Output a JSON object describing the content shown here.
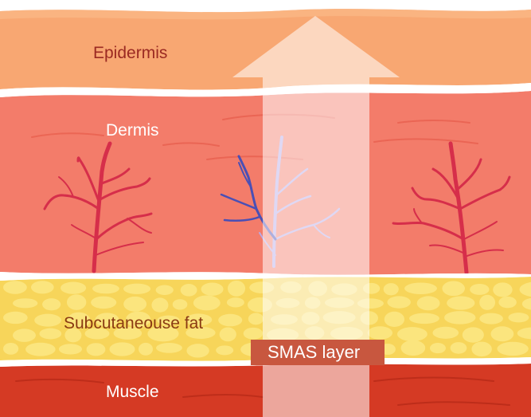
{
  "labels": {
    "epidermis": "Epidermis",
    "dermis": "Dermis",
    "fat": "Subcutaneouse fat",
    "smas": "SMAS layer",
    "muscle": "Muscle"
  },
  "colors": {
    "epidermis": "#f8a772",
    "dermis": "#f37c6a",
    "fat": "#f7d55a",
    "fat_cell": "#fbe57e",
    "muscle": "#d53a24",
    "vessel_red": "#d62e4a",
    "vessel_blue": "#4a4fb5",
    "arrow": "#ffffff"
  },
  "icons": [
    "blood-vessel-left",
    "blood-vessel-center",
    "blood-vessel-right",
    "up-arrow"
  ]
}
